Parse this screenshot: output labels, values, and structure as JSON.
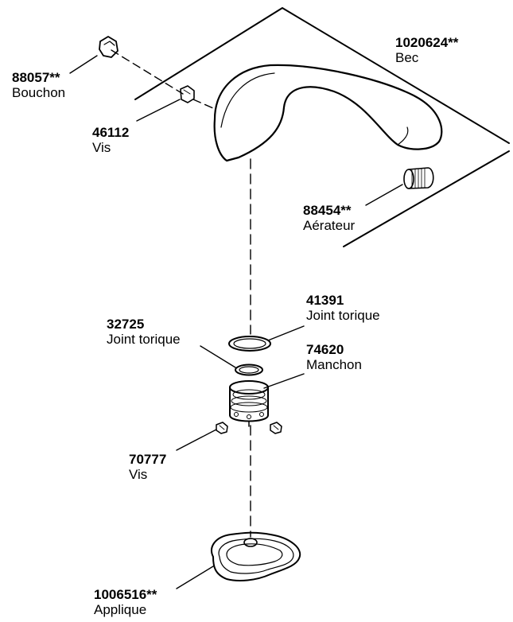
{
  "parts": {
    "bouchon": {
      "number": "88057**",
      "name": "Bouchon"
    },
    "vis_top": {
      "number": "46112",
      "name": "Vis"
    },
    "bec": {
      "number": "1020624**",
      "name": "Bec"
    },
    "aerateur": {
      "number": "88454**",
      "name": "Aérateur"
    },
    "joint_41391": {
      "number": "41391",
      "name": "Joint torique"
    },
    "joint_32725": {
      "number": "32725",
      "name": "Joint torique"
    },
    "manchon": {
      "number": "74620",
      "name": "Manchon"
    },
    "vis_bottom": {
      "number": "70777",
      "name": "Vis"
    },
    "applique": {
      "number": "1006516**",
      "name": "Applique"
    }
  }
}
